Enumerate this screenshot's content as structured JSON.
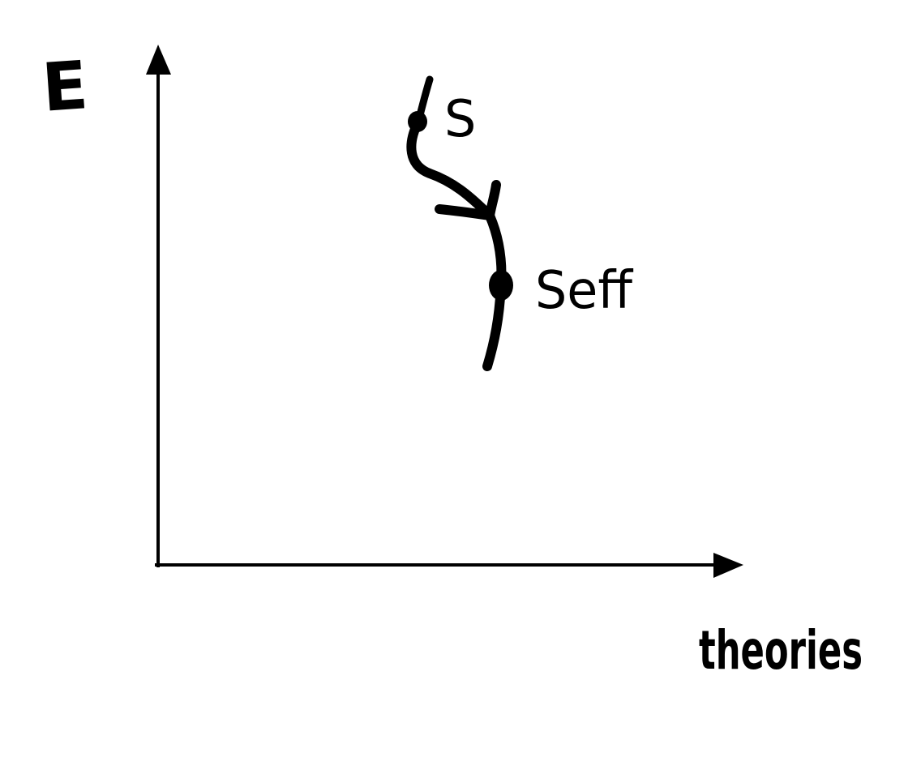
{
  "diagram": {
    "y_axis_label": "E",
    "x_axis_label": "theories",
    "points": [
      {
        "label": "S"
      },
      {
        "label": "Seff"
      }
    ],
    "colors": {
      "background": "#ffffff",
      "ink": "#000000"
    }
  }
}
